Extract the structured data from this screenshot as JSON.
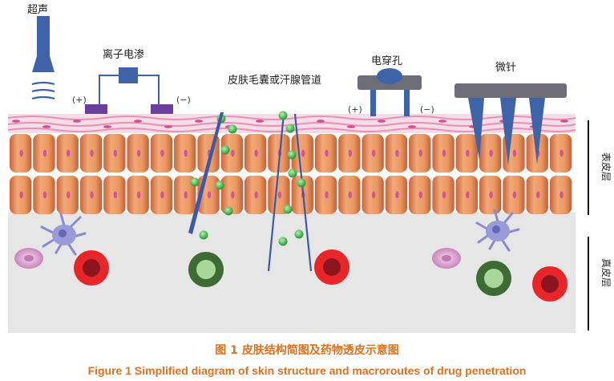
{
  "labels": {
    "ultrasound": "超声",
    "iontophoresis": "离子电渗",
    "follicle_pathway": "皮肤毛囊或汗腺管道",
    "electroporation": "电穿孔",
    "microneedle": "微针",
    "epidermis": "表皮层",
    "dermis": "真皮层"
  },
  "signs": {
    "ionto_plus": "(+)",
    "ionto_minus": "(−)",
    "electro_plus": "(+)",
    "electro_minus": "(−)"
  },
  "caption": {
    "chinese": "图 1  皮肤结构简图及药物透皮示意图",
    "english": "Figure 1  Simplified diagram of skin structure and macroroutes of drug penetration"
  },
  "colors": {
    "caption": "#e0701c",
    "device_blue": "#3f63a8",
    "electrode_purple": "#6b3fa0",
    "cell_orange": "#e8945a",
    "drug_green": "#3cbb4a",
    "dermis_gray": "#e6e6e6"
  }
}
